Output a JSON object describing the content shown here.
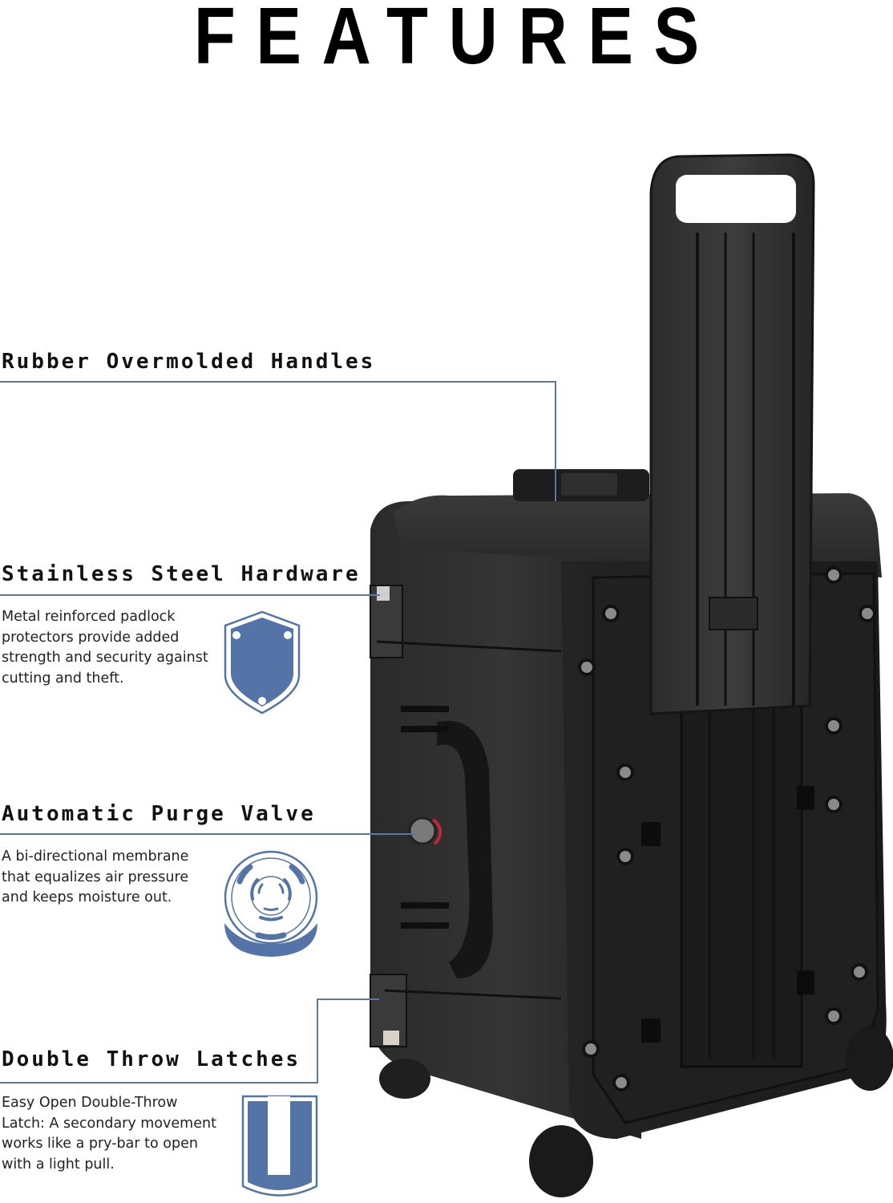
{
  "header": {
    "title": "FEATURES"
  },
  "colors": {
    "accent": "#5474a8",
    "line": "#5a77a5",
    "case_black": "#1c1c1c"
  },
  "features": [
    {
      "title": "Rubber Overmolded Handles",
      "description": "",
      "icon": ""
    },
    {
      "title": "Stainless Steel Hardware",
      "description": "Metal reinforced padlock protectors provide added strength and security against cutting and theft.",
      "icon": "shield-icon"
    },
    {
      "title": "Automatic Purge Valve",
      "description": "A bi-directional membrane that equalizes air pressure and keeps moisture out.",
      "icon": "purge-valve-icon"
    },
    {
      "title": "Double Throw Latches",
      "description": "Easy Open Double-Throw Latch: A secondary movement works like a pry-bar to open with a light pull.",
      "icon": "latch-icon"
    }
  ],
  "product": {
    "image_alt": "Black rolling hard case with extended telescoping handle"
  }
}
